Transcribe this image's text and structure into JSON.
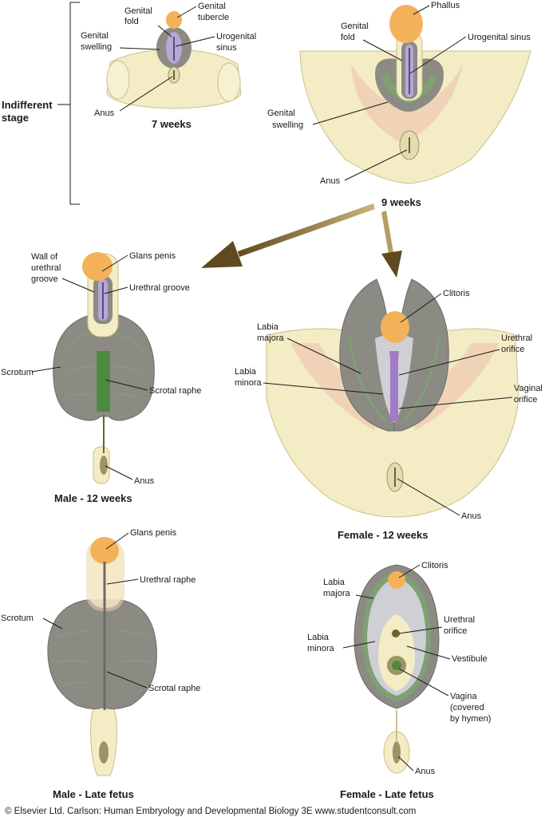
{
  "stage_label": [
    "Indifferent",
    "stage"
  ],
  "captions": {
    "w7": "7 weeks",
    "w9": "9 weeks",
    "male12": "Male - 12 weeks",
    "female12": "Female - 12 weeks",
    "maleLate": "Male - Late fetus",
    "femaleLate": "Female - Late fetus"
  },
  "labels_7wk": {
    "genital_fold": [
      "Genital",
      "fold"
    ],
    "genital_tubercle": [
      "Genital",
      "tubercle"
    ],
    "genital_swelling": [
      "Genital",
      "swelling"
    ],
    "urogenital_sinus": [
      "Urogenital",
      "sinus"
    ],
    "anus": "Anus"
  },
  "labels_9wk": {
    "phallus": "Phallus",
    "genital_fold": [
      "Genital",
      "fold"
    ],
    "urogenital_sinus": "Urogenital sinus",
    "genital_swelling": [
      "Genital",
      "swelling"
    ],
    "anus": "Anus"
  },
  "labels_male12": {
    "wall": [
      "Wall of",
      "urethral",
      "groove"
    ],
    "glans": "Glans penis",
    "urethral_groove": "Urethral groove",
    "scrotum": "Scrotum",
    "scrotal_raphe": "Scrotal raphe",
    "anus": "Anus"
  },
  "labels_female12": {
    "clitoris": "Clitoris",
    "labia_majora": [
      "Labia",
      "majora"
    ],
    "urethral_orifice": [
      "Urethral",
      "orifice"
    ],
    "labia_minora": [
      "Labia",
      "minora"
    ],
    "vaginal_orifice": [
      "Vaginal",
      "orifice"
    ],
    "anus": "Anus"
  },
  "labels_maleLate": {
    "glans": "Glans penis",
    "urethral_raphe": "Urethral raphe",
    "scrotum": "Scrotum",
    "scrotal_raphe": "Scrotal raphe"
  },
  "labels_femaleLate": {
    "clitoris": "Clitoris",
    "labia_majora": [
      "Labia",
      "majora"
    ],
    "urethral_orifice": [
      "Urethral",
      "orifice"
    ],
    "labia_minora": [
      "Labia",
      "minora"
    ],
    "vestibule": "Vestibule",
    "vagina": [
      "Vagina",
      "(covered",
      "by hymen)"
    ],
    "anus": "Anus"
  },
  "credit": "© Elsevier Ltd. Carlson: Human Embryology and Developmental Biology 3E www.studentconsult.com",
  "colors": {
    "skin": "#f3ecc4",
    "pink": "#efcdb4",
    "gray": "#8b8b84",
    "green": "#78b06a",
    "orange": "#f3b25a",
    "lavender": "#b7a7d6",
    "purple": "#a27bc8",
    "arrow": "#8a6a2e"
  }
}
